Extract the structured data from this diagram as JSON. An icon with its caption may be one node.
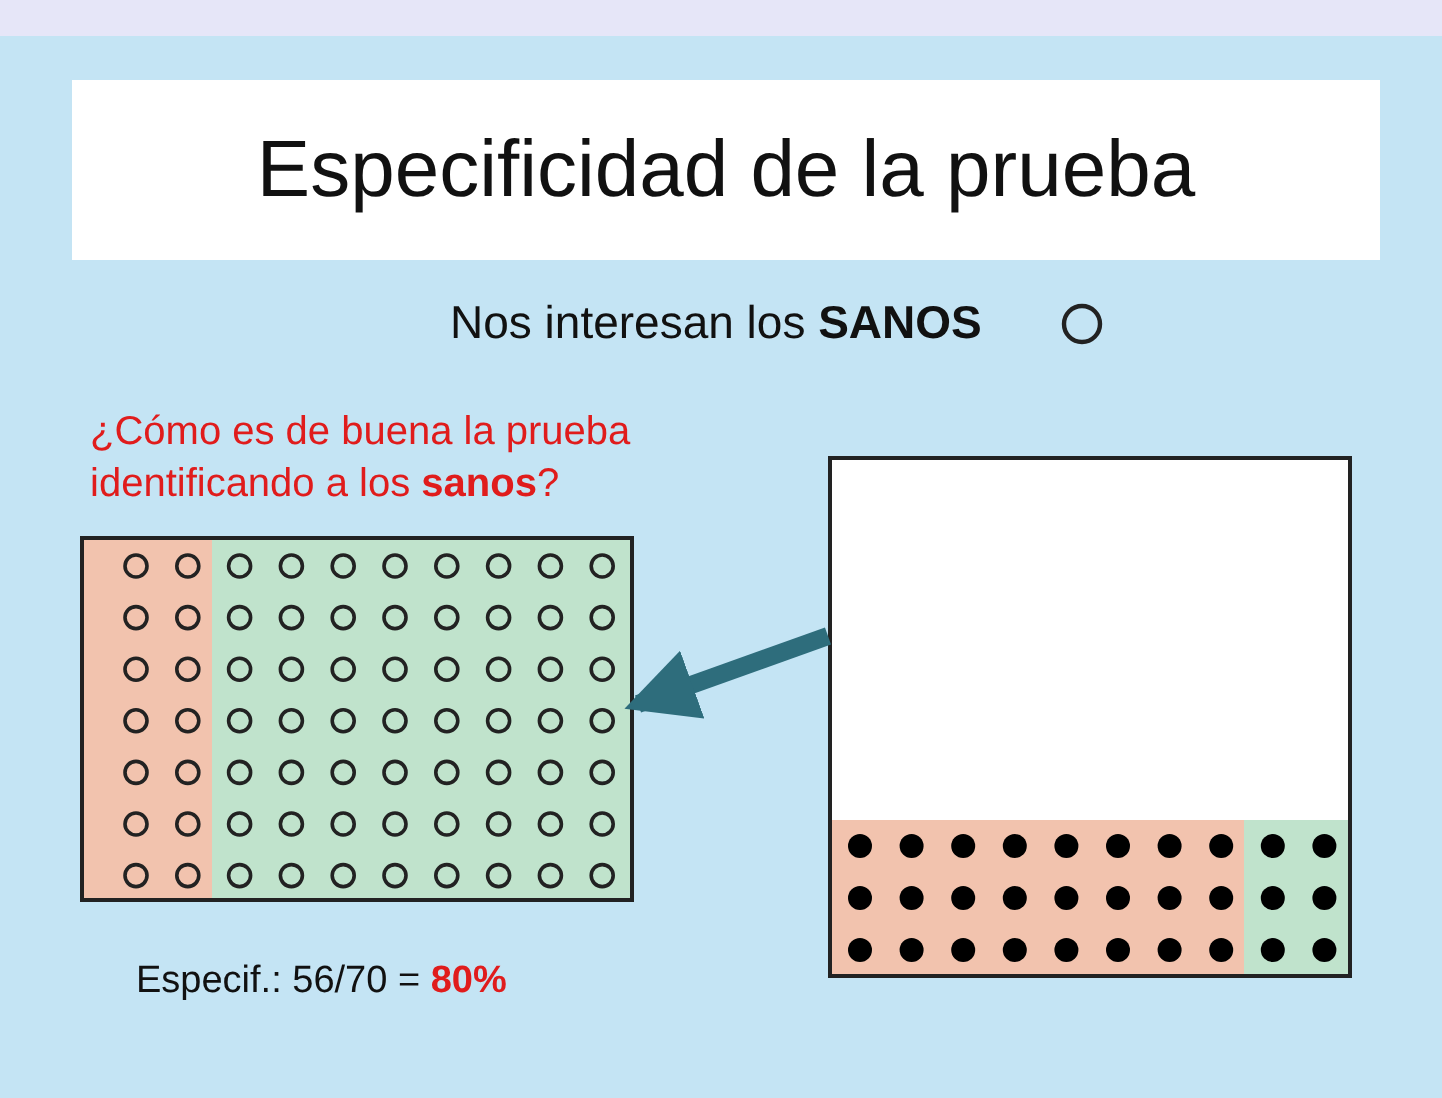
{
  "diagram": {
    "title": "Especificidad de la prueba",
    "nodes": [
      {
        "text": [],
        "shape": "picture"
      },
      {
        "text": [],
        "shape": "picture"
      }
    ],
    "edges": [
      {
        "from": 1,
        "to": 0,
        "arrow": "to"
      }
    ],
    "labels": [
      "Nos interesan los **SANOS**",
      "¿Cómo es de buena la prueba identificando a los **sanos**?",
      "Especif.: 56/70 = **80%**"
    ]
  }
}
